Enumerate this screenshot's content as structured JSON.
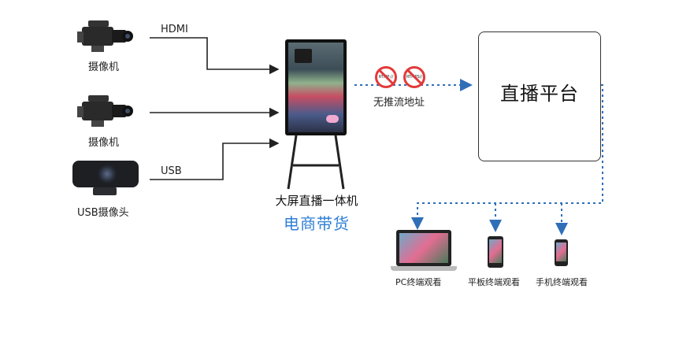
{
  "sources": {
    "camera1_label": "摄像机",
    "camera2_label": "摄像机",
    "usb_camera_label": "USB摄像头",
    "hdmi_link_label": "HDMI",
    "usb_link_label": "USB"
  },
  "device": {
    "name": "大屏直播一体机",
    "subtitle": "电商带货"
  },
  "push": {
    "badge1": "RTMP://",
    "badge2": "RTMPS//",
    "label": "无推流地址"
  },
  "platform": {
    "label": "直播平台"
  },
  "viewers": {
    "pc": "PC终端观看",
    "tablet": "平板终端观看",
    "phone": "手机终端观看"
  },
  "colors": {
    "accent_blue": "#2f7fd6",
    "dotted_line": "#2f6fb8",
    "no_icon_red": "#e23a3a"
  }
}
